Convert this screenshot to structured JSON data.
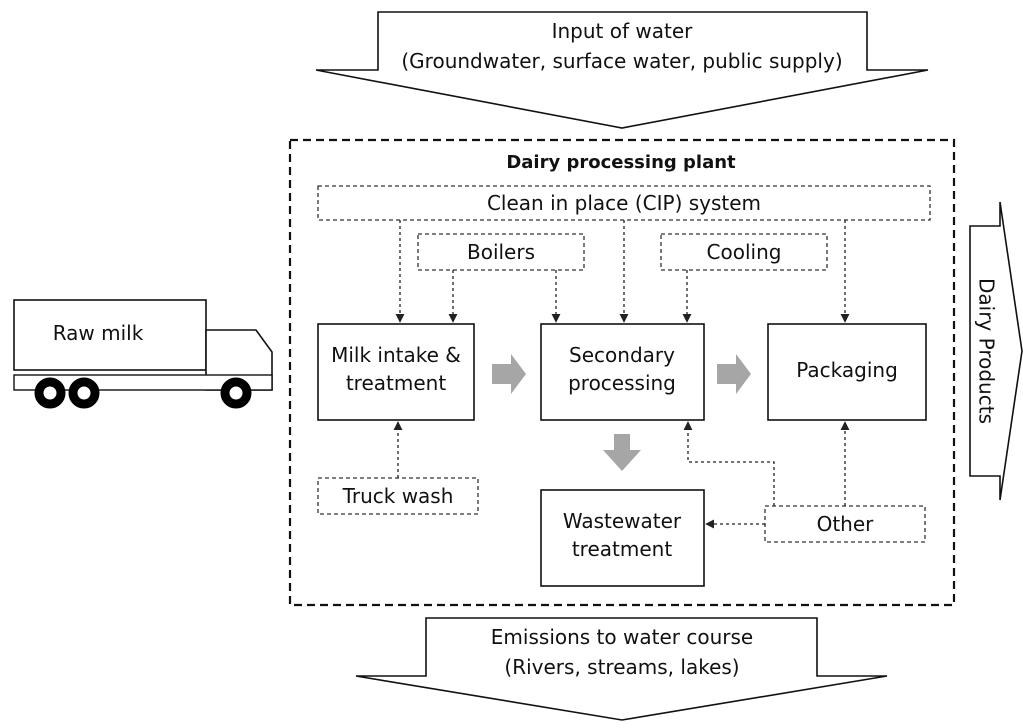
{
  "input": {
    "line1": "Input of water",
    "line2": "(Groundwater, surface water, public supply)"
  },
  "plant": {
    "title": "Dairy processing plant",
    "cip": "Clean in place (CIP) system",
    "boilers": "Boilers",
    "cooling": "Cooling",
    "intake_line1": "Milk intake &",
    "intake_line2": "treatment",
    "secondary_line1": "Secondary",
    "secondary_line2": "processing",
    "packaging": "Packaging",
    "truck_wash": "Truck wash",
    "wastewater_line1": "Wastewater",
    "wastewater_line2": "treatment",
    "other": "Other"
  },
  "truck": {
    "label": "Raw milk"
  },
  "output": {
    "dairy_products": "Dairy Products"
  },
  "emissions": {
    "line1": "Emissions to water course",
    "line2": "(Rivers, streams, lakes)"
  }
}
